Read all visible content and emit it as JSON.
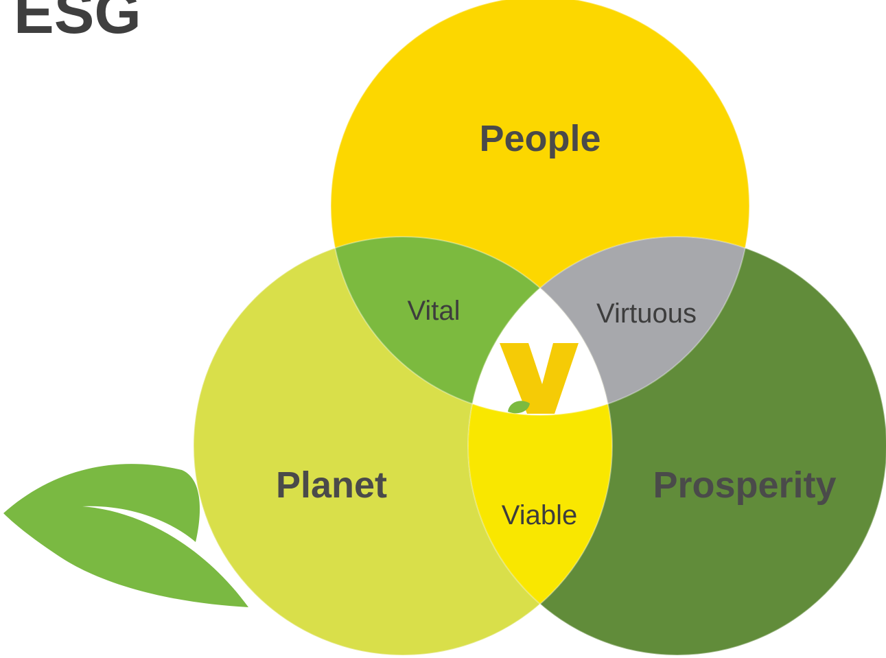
{
  "title": "ESG",
  "circles": {
    "people": {
      "label": "People",
      "color": "#FCD700"
    },
    "planet": {
      "label": "Planet",
      "color": "#D9DF4A"
    },
    "prosperity": {
      "label": "Prosperity",
      "color": "#618C3A"
    }
  },
  "overlaps": {
    "people_planet": {
      "label": "Vital",
      "color": "#7CBA3F"
    },
    "people_prosperity": {
      "label": "Virtuous",
      "color": "#A7A8AC"
    },
    "planet_prosperity": {
      "label": "Viable",
      "color": "#F9E700"
    },
    "center": {
      "color": "#FFFFFF"
    }
  },
  "logo": {
    "letter": "V",
    "color": "#F5CB06",
    "leaf_color": "#7CBA3F"
  },
  "leaf": {
    "color": "#7AB942"
  }
}
